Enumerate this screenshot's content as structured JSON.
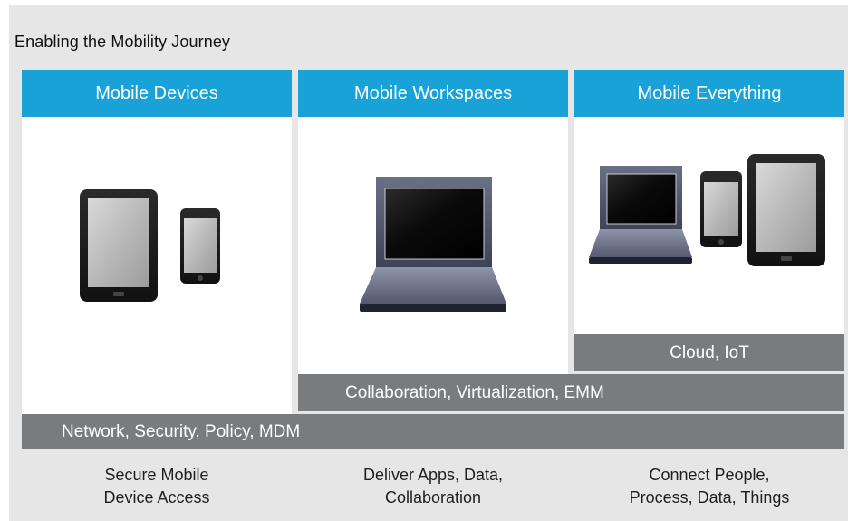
{
  "title": "Enabling the Mobility Journey",
  "columns": [
    {
      "heading": "Mobile Devices",
      "icons": [
        "tablet-icon",
        "smartphone-icon"
      ]
    },
    {
      "heading": "Mobile Workspaces",
      "icons": [
        "laptop-icon"
      ]
    },
    {
      "heading": "Mobile Everything",
      "icons": [
        "laptop-icon",
        "smartphone-icon",
        "tablet-icon"
      ]
    }
  ],
  "layers": {
    "cloud": "Cloud, IoT",
    "collaboration": "Collaboration, Virtualization, EMM",
    "network": "Network, Security, Policy, MDM"
  },
  "captions": [
    {
      "line1": "Secure Mobile",
      "line2": "Device Access"
    },
    {
      "line1": "Deliver Apps, Data,",
      "line2": "Collaboration"
    },
    {
      "line1": "Connect People,",
      "line2": "Process, Data, Things"
    }
  ],
  "colors": {
    "heading_blue": "#18a2d8",
    "layer_gray": "#7a7b7d",
    "background": "#e6e6e6"
  }
}
